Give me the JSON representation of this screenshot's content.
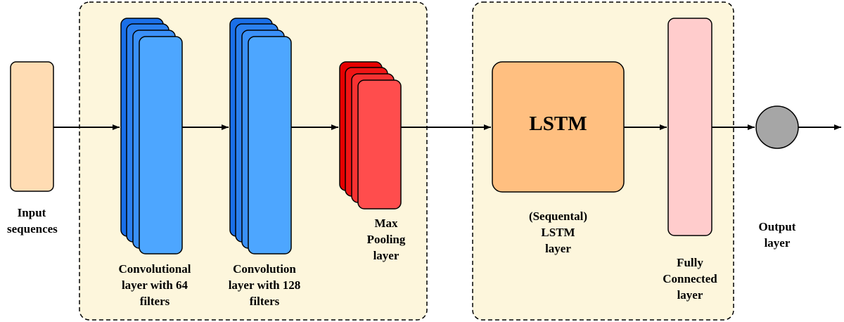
{
  "colors": {
    "group_fill": "#fdf6dc",
    "input_block": "#ffdcb3",
    "conv_layer": "#4da6ff",
    "conv_layer_back": "#1a6fe8",
    "pool_layer": "#ff4d4d",
    "pool_layer_back": "#e60000",
    "lstm_block": "#ffbf80",
    "dense_block": "#ffcccc",
    "output_node": "#a6a6a6"
  },
  "labels": {
    "input": [
      "Input",
      "sequences"
    ],
    "conv64": [
      "Convolutional",
      "layer with 64",
      "filters"
    ],
    "conv128": [
      "Convolution",
      "layer with 128",
      "filters"
    ],
    "pooling": [
      "Max",
      "Pooling",
      "layer"
    ],
    "lstm_block": "LSTM",
    "lstm_layer": [
      "(Sequental)",
      "LSTM",
      "layer"
    ],
    "dense": [
      "Fully",
      "Connected",
      "layer"
    ],
    "output": [
      "Output",
      "layer"
    ]
  }
}
